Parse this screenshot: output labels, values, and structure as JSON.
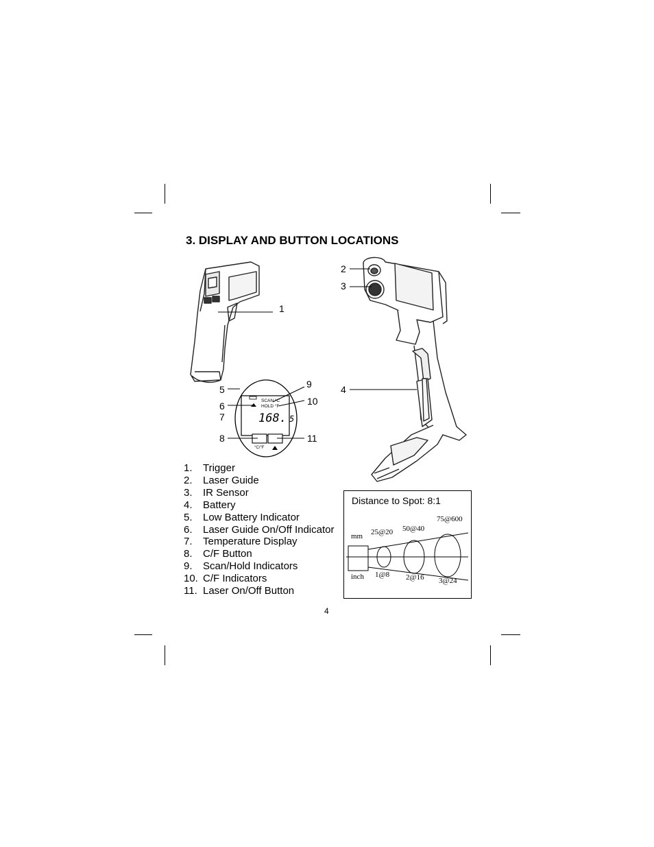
{
  "section_title": "3.  DISPLAY AND BUTTON LOCATIONS",
  "parts": [
    {
      "num": "1.",
      "label": "Trigger"
    },
    {
      "num": "2.",
      "label": "Laser Guide"
    },
    {
      "num": "3.",
      "label": "IR Sensor"
    },
    {
      "num": "4.",
      "label": "Battery"
    },
    {
      "num": "5.",
      "label": "Low Battery Indicator"
    },
    {
      "num": "6.",
      "label": "Laser Guide On/Off Indicator"
    },
    {
      "num": "7.",
      "label": "Temperature Display"
    },
    {
      "num": "8.",
      "label": "C/F Button"
    },
    {
      "num": "9.",
      "label": "Scan/Hold Indicators"
    },
    {
      "num": "10.",
      "label": "C/F Indicators"
    },
    {
      "num": "11.",
      "label": "Laser On/Off Button"
    }
  ],
  "callouts": {
    "c1": "1",
    "c2": "2",
    "c3": "3",
    "c4": "4",
    "c5": "5",
    "c6": "6",
    "c7": "7",
    "c8": "8",
    "c9": "9",
    "c10": "10",
    "c11": "11"
  },
  "lcd": {
    "scan": "SCAN",
    "hold": "HOLD",
    "deg_c": "°C",
    "deg_f": "°F",
    "reading": "168.",
    "reading_decimal": "5",
    "cf_button_label": "°C/°F"
  },
  "spot_diagram": {
    "title": "Distance to Spot: 8:1",
    "mm_label": "mm",
    "inch_label": "inch",
    "mm_values": [
      "25@20",
      "50@40",
      "75@600"
    ],
    "inch_values": [
      "1@8",
      "2@16",
      "3@24"
    ]
  },
  "page_number": "4"
}
